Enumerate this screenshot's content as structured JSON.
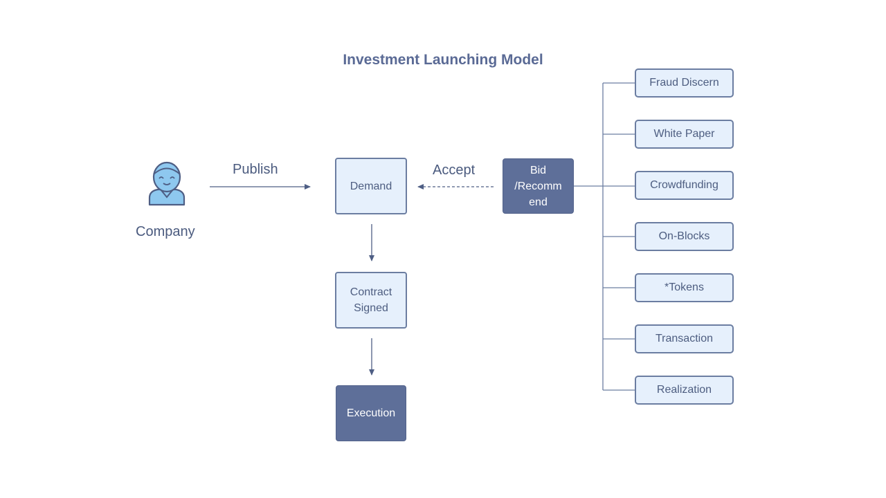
{
  "title": "Investment Launching Model",
  "actor": {
    "label": "Company",
    "icon": "person-icon"
  },
  "edges": {
    "publish": "Publish",
    "accept": "Accept"
  },
  "nodes": {
    "demand": "Demand",
    "contract_line1": "Contract",
    "contract_line2": "Signed",
    "execution": "Execution",
    "bid_line1": "Bid",
    "bid_line2": "/Recomm",
    "bid_line3": "end"
  },
  "services": [
    "Fraud Discern",
    "White Paper",
    "Crowdfunding",
    "On-Blocks",
    "*Tokens",
    "Transaction",
    "Realization"
  ],
  "colors": {
    "accent_dark": "#5e6f99",
    "box_fill": "#e6f0fc",
    "stroke": "#6b7da1",
    "text": "#4d5d80",
    "icon_fill": "#8ec8ef"
  }
}
